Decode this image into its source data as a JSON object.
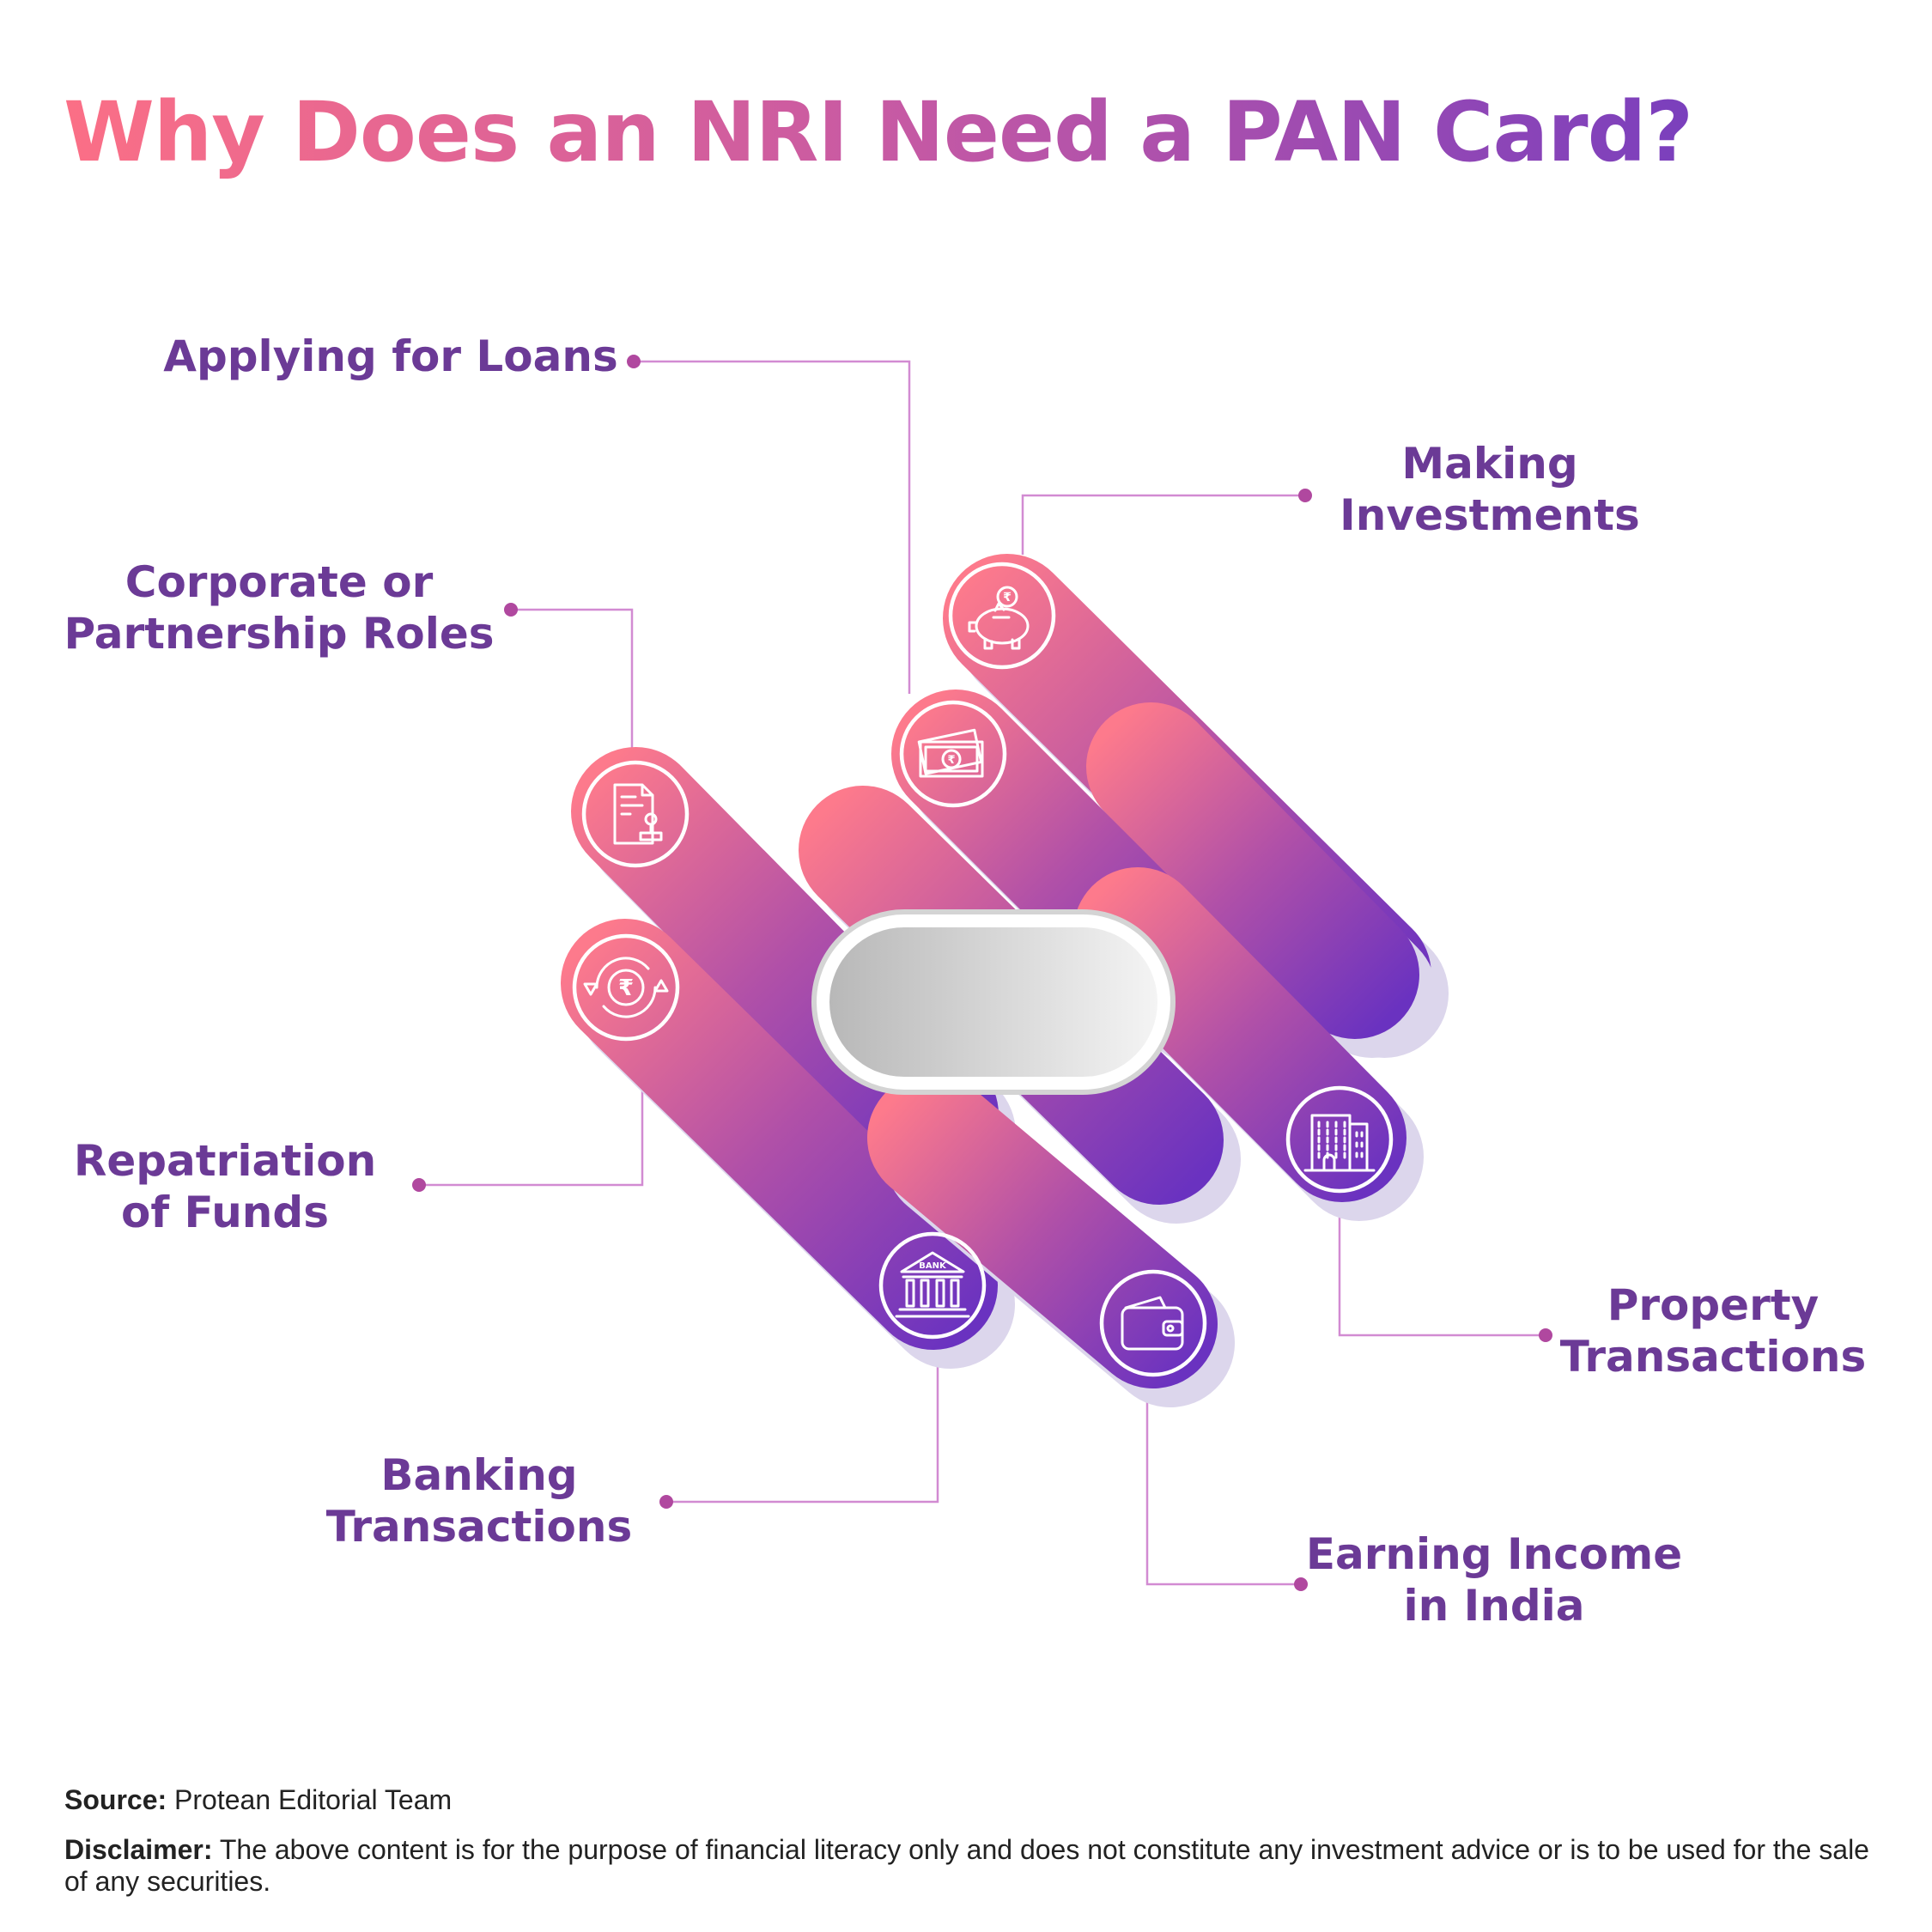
{
  "title": "Why Does an NRI Need a PAN Card?",
  "reasons": [
    {
      "id": "applying-for-loans",
      "lines": [
        "Applying for Loans"
      ],
      "icon": "money-notes-icon"
    },
    {
      "id": "making-investments",
      "lines": [
        "Making",
        "Investments"
      ],
      "icon": "piggy-bank-icon"
    },
    {
      "id": "corporate-partnership-roles",
      "lines": [
        "Corporate or",
        "Partnership Roles"
      ],
      "icon": "document-stamp-icon"
    },
    {
      "id": "repatriation-of-funds",
      "lines": [
        "Repatriation",
        "of Funds"
      ],
      "icon": "rupee-exchange-icon"
    },
    {
      "id": "property-transactions",
      "lines": [
        "Property",
        "Transactions"
      ],
      "icon": "building-icon"
    },
    {
      "id": "banking-transactions",
      "lines": [
        "Banking",
        "Transactions"
      ],
      "icon": "bank-icon",
      "icon_text": "BANK"
    },
    {
      "id": "earning-income-in-india",
      "lines": [
        "Earning Income",
        "in India"
      ],
      "icon": "wallet-icon"
    }
  ],
  "source": {
    "label": "Source:",
    "text": "Protean Editorial Team"
  },
  "disclaimer": {
    "label": "Disclaimer:",
    "text": "The above content is for the purpose of financial literacy only and does not constitute any investment advice or is to be used for the sale of any securities."
  },
  "colors": {
    "title_gradient": [
      "#fb6f86",
      "#c85aa3",
      "#7a3fbd"
    ],
    "bar_start": "#fd7a8c",
    "bar_mid": "#b050a8",
    "bar_end": "#6a32c0",
    "label_text": "#6b3a96",
    "connector": "#d28bd2",
    "shadow": "#dcd6ec",
    "pill_fill": [
      "#b8b8b8",
      "#f4f4f4"
    ]
  }
}
